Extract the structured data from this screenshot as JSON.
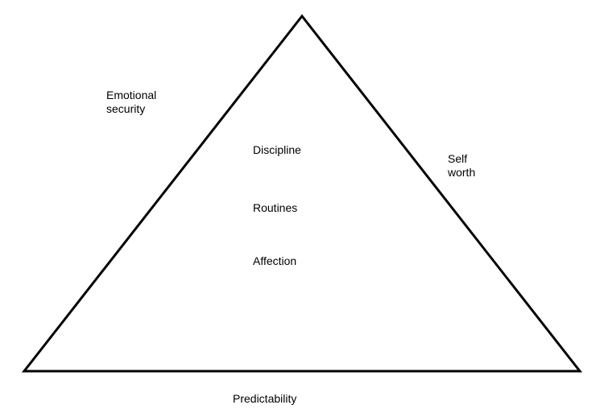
{
  "labels": {
    "emotional_security": "Emotional\nsecurity",
    "self_worth": "Self\nworth",
    "discipline": "Discipline",
    "routines": "Routines",
    "affection": "Affection",
    "predictability": "Predictability"
  }
}
